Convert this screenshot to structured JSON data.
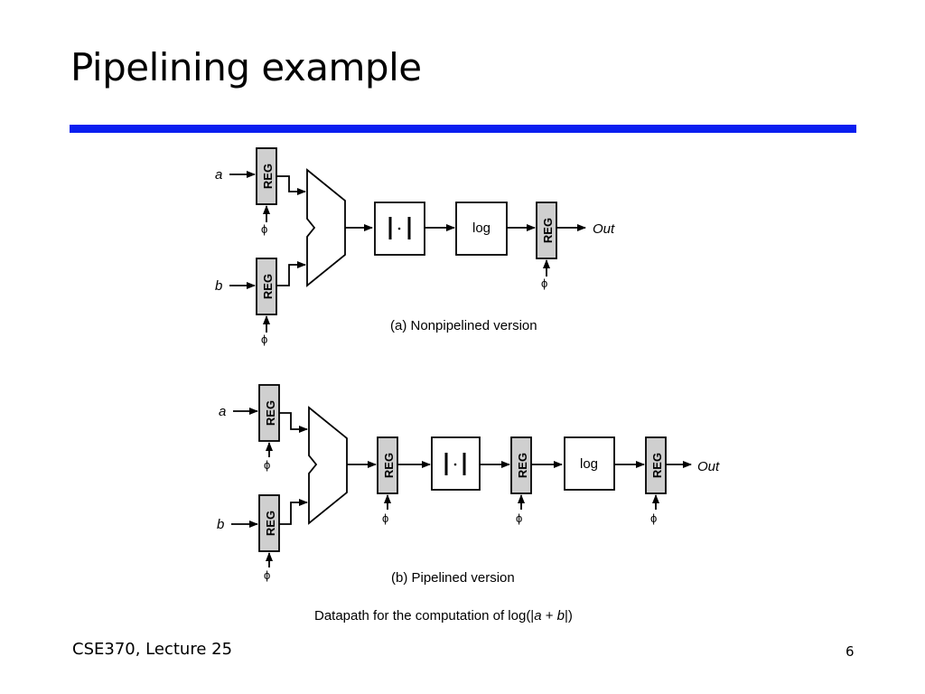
{
  "slide": {
    "title": "Pipelining example",
    "footer_left": "CSE370, Lecture 25",
    "page_number": "6"
  },
  "diagram": {
    "reg_label": "REG",
    "clock_symbol": "ϕ",
    "abs_symbol": "|·|",
    "log_label": "log",
    "input_a": "a",
    "input_b": "b",
    "output": "Out",
    "caption_a": "(a) Nonpipelined version",
    "caption_b": "(b) Pipelined version",
    "caption_main_prefix": "Datapath for the computation of log(|",
    "caption_main_a": "a",
    "caption_main_plus": " + ",
    "caption_main_b": "b",
    "caption_main_suffix": "|)"
  }
}
